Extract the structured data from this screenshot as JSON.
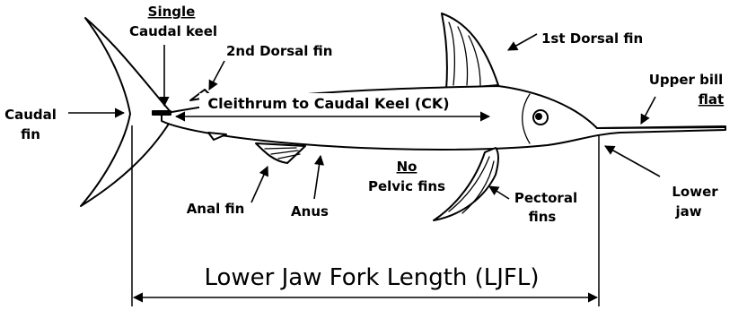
{
  "labels": {
    "single_word": "Single",
    "caudal_keel": "Caudal keel",
    "second_dorsal": "2nd Dorsal fin",
    "first_dorsal": "1st Dorsal fin",
    "upper_bill_1": "Upper bill",
    "upper_bill_2": "flat",
    "caudal_fin_1": "Caudal",
    "caudal_fin_2": "fin",
    "ck_measure": "Cleithrum to Caudal Keel (CK)",
    "no_word": "No",
    "pelvic_fins": "Pelvic fins",
    "pectoral_1": "Pectoral",
    "pectoral_2": "fins",
    "lower_jaw_1": "Lower",
    "lower_jaw_2": "jaw",
    "anal_fin": "Anal fin",
    "anus": "Anus",
    "ljfl": "Lower Jaw Fork Length (LJFL)"
  }
}
